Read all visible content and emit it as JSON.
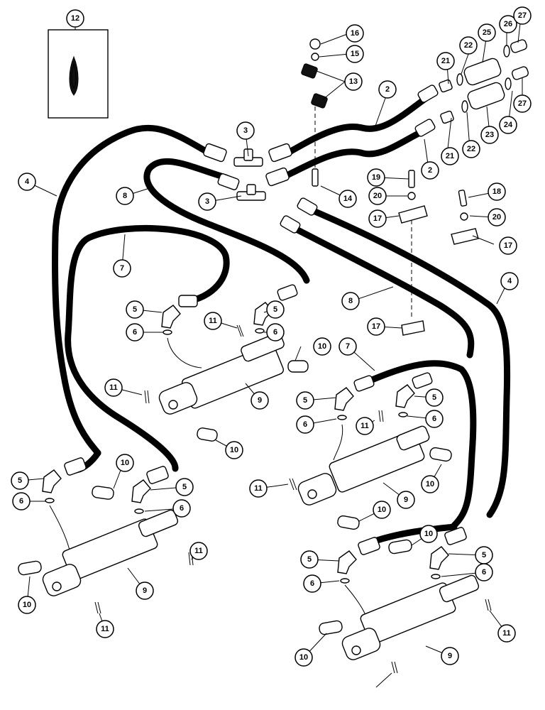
{
  "callouts": [
    {
      "id": "c12a",
      "label": "12"
    },
    {
      "id": "c16",
      "label": "16"
    },
    {
      "id": "c15",
      "label": "15"
    },
    {
      "id": "c13",
      "label": "13"
    },
    {
      "id": "c2a",
      "label": "2"
    },
    {
      "id": "c2b",
      "label": "2"
    },
    {
      "id": "c21a",
      "label": "21"
    },
    {
      "id": "c21b",
      "label": "21"
    },
    {
      "id": "c22a",
      "label": "22"
    },
    {
      "id": "c22b",
      "label": "22"
    },
    {
      "id": "c25",
      "label": "25"
    },
    {
      "id": "c26",
      "label": "26"
    },
    {
      "id": "c27a",
      "label": "27"
    },
    {
      "id": "c27b",
      "label": "27"
    },
    {
      "id": "c23",
      "label": "23"
    },
    {
      "id": "c24",
      "label": "24"
    },
    {
      "id": "c3a",
      "label": "3"
    },
    {
      "id": "c3b",
      "label": "3"
    },
    {
      "id": "c4a",
      "label": "4"
    },
    {
      "id": "c4b",
      "label": "4"
    },
    {
      "id": "c8a",
      "label": "8"
    },
    {
      "id": "c8b",
      "label": "8"
    },
    {
      "id": "c7a",
      "label": "7"
    },
    {
      "id": "c7b",
      "label": "7"
    },
    {
      "id": "c14",
      "label": "14"
    },
    {
      "id": "c19",
      "label": "19"
    },
    {
      "id": "c20a",
      "label": "20"
    },
    {
      "id": "c20b",
      "label": "20"
    },
    {
      "id": "c17a",
      "label": "17"
    },
    {
      "id": "c17b",
      "label": "17"
    },
    {
      "id": "c17c",
      "label": "17"
    },
    {
      "id": "c18",
      "label": "18"
    },
    {
      "id": "c5a",
      "label": "5"
    },
    {
      "id": "c5b",
      "label": "5"
    },
    {
      "id": "c5c",
      "label": "5"
    },
    {
      "id": "c5d",
      "label": "5"
    },
    {
      "id": "c5e",
      "label": "5"
    },
    {
      "id": "c5f",
      "label": "5"
    },
    {
      "id": "c5g",
      "label": "5"
    },
    {
      "id": "c5h",
      "label": "5"
    },
    {
      "id": "c6a",
      "label": "6"
    },
    {
      "id": "c6b",
      "label": "6"
    },
    {
      "id": "c6c",
      "label": "6"
    },
    {
      "id": "c6d",
      "label": "6"
    },
    {
      "id": "c6e",
      "label": "6"
    },
    {
      "id": "c6f",
      "label": "6"
    },
    {
      "id": "c6g",
      "label": "6"
    },
    {
      "id": "c6h",
      "label": "6"
    },
    {
      "id": "c9a",
      "label": "9"
    },
    {
      "id": "c9b",
      "label": "9"
    },
    {
      "id": "c9c",
      "label": "9"
    },
    {
      "id": "c9d",
      "label": "9"
    },
    {
      "id": "c10a",
      "label": "10"
    },
    {
      "id": "c10b",
      "label": "10"
    },
    {
      "id": "c10c",
      "label": "10"
    },
    {
      "id": "c10d",
      "label": "10"
    },
    {
      "id": "c10e",
      "label": "10"
    },
    {
      "id": "c10f",
      "label": "10"
    },
    {
      "id": "c10g",
      "label": "10"
    },
    {
      "id": "c10h",
      "label": "10"
    },
    {
      "id": "c11a",
      "label": "11"
    },
    {
      "id": "c11b",
      "label": "11"
    },
    {
      "id": "c11c",
      "label": "11"
    },
    {
      "id": "c11d",
      "label": "11"
    },
    {
      "id": "c11e",
      "label": "11"
    },
    {
      "id": "c11f",
      "label": "11"
    },
    {
      "id": "c11g",
      "label": "11"
    }
  ]
}
